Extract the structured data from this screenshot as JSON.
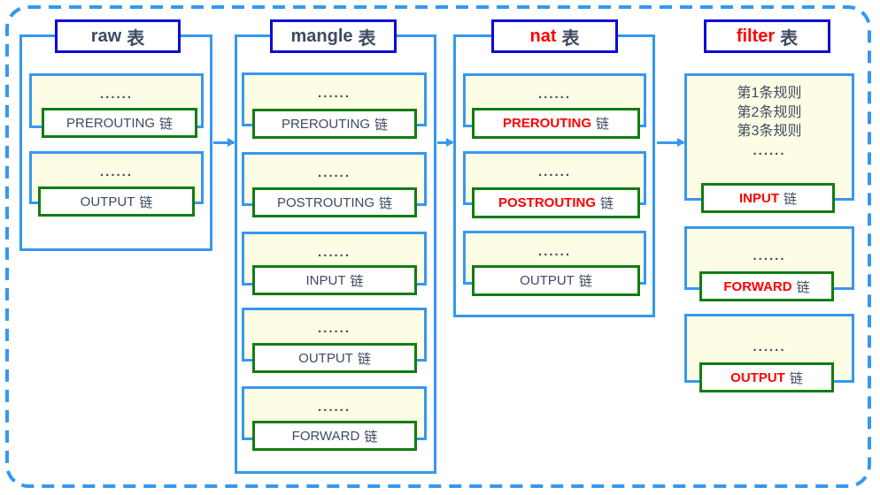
{
  "colors": {
    "border-blue": "#3598f0",
    "title-border": "#0a0ad4",
    "chain-border": "#127c12",
    "cell-fill": "#fdfce4",
    "text-dark": "#3e4a61",
    "text-red": "#fe0000"
  },
  "diagram": {
    "tables": [
      {
        "title_name": "raw",
        "title_suffix": "表",
        "title_highlight": false,
        "cells": [
          {
            "dots": "......",
            "chain_name": "PREROUTING",
            "chain_suffix": "链",
            "highlight": false
          },
          {
            "dots": "......",
            "chain_name": "OUTPUT",
            "chain_suffix": "链",
            "highlight": false
          }
        ]
      },
      {
        "title_name": "mangle",
        "title_suffix": "表",
        "title_highlight": false,
        "cells": [
          {
            "dots": "......",
            "chain_name": "PREROUTING",
            "chain_suffix": "链",
            "highlight": false
          },
          {
            "dots": "......",
            "chain_name": "POSTROUTING",
            "chain_suffix": "链",
            "highlight": false
          },
          {
            "dots": "......",
            "chain_name": "INPUT",
            "chain_suffix": "链",
            "highlight": false
          },
          {
            "dots": "......",
            "chain_name": "OUTPUT",
            "chain_suffix": "链",
            "highlight": false
          },
          {
            "dots": "......",
            "chain_name": "FORWARD",
            "chain_suffix": "链",
            "highlight": false
          }
        ]
      },
      {
        "title_name": "nat",
        "title_suffix": "表",
        "title_highlight": true,
        "cells": [
          {
            "dots": "......",
            "chain_name": "PREROUTING",
            "chain_suffix": "链",
            "highlight": true
          },
          {
            "dots": "......",
            "chain_name": "POSTROUTING",
            "chain_suffix": "链",
            "highlight": true
          },
          {
            "dots": "......",
            "chain_name": "OUTPUT",
            "chain_suffix": "链",
            "highlight": false
          }
        ]
      },
      {
        "title_name": "filter",
        "title_suffix": "表",
        "title_highlight": true,
        "cells": [
          {
            "rules": [
              "第1条规则",
              "第2条规则",
              "第3条规则",
              "......"
            ],
            "chain_name": "INPUT",
            "chain_suffix": "链",
            "highlight": true
          },
          {
            "dots": "......",
            "chain_name": "FORWARD",
            "chain_suffix": "链",
            "highlight": true
          },
          {
            "dots": "......",
            "chain_name": "OUTPUT",
            "chain_suffix": "链",
            "highlight": true
          }
        ]
      }
    ]
  }
}
